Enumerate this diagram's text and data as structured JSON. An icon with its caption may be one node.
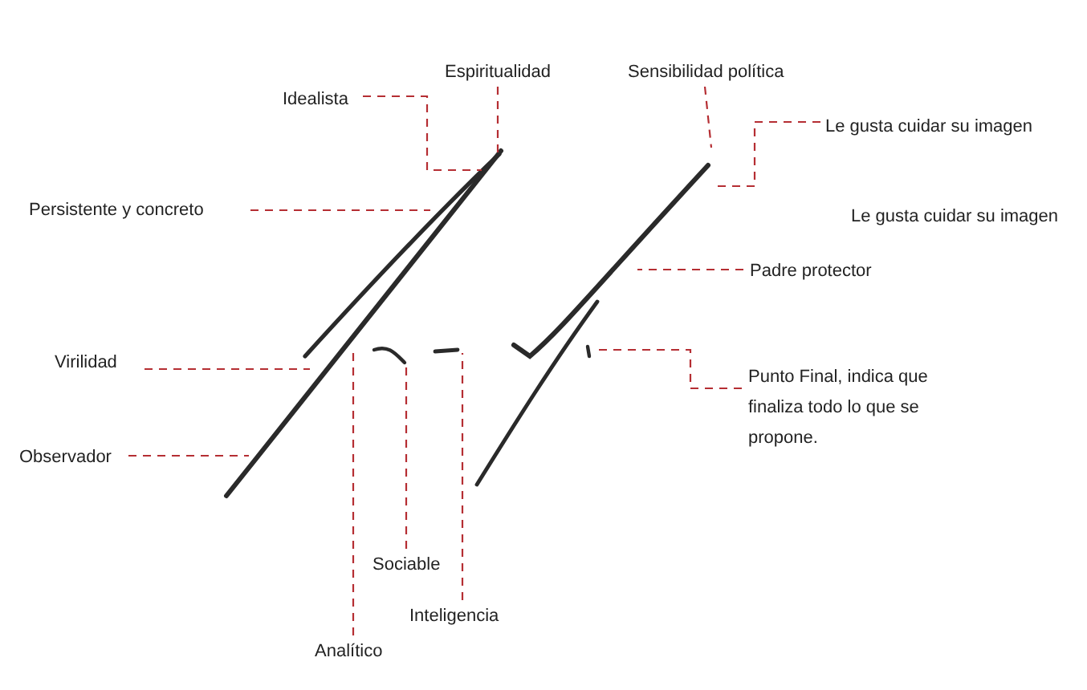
{
  "diagram": {
    "nodes": [
      {
        "text": [
          "Espiritualidad"
        ]
      },
      {
        "text": [
          "Sensibilidad política"
        ]
      },
      {
        "text": [
          "Idealista"
        ]
      },
      {
        "text": [
          "Le gusta cuidar su imagen"
        ]
      },
      {
        "text": [
          "Persistente y concreto"
        ]
      },
      {
        "text": [
          "Padre protector"
        ]
      },
      {
        "text": [
          "Virilidad"
        ]
      },
      {
        "text": [
          "Punto Final, indica que finaliza todo lo que se propone."
        ]
      },
      {
        "text": [
          "Observador"
        ]
      },
      {
        "text": [
          "Sociable"
        ]
      },
      {
        "text": [
          "Inteligencia"
        ]
      },
      {
        "text": [
          "Analítico"
        ]
      }
    ],
    "edges": [
      {
        "from": 0,
        "to": null,
        "arrow": "none",
        "style": "dashed"
      },
      {
        "from": 1,
        "to": null,
        "arrow": "none",
        "style": "dashed"
      },
      {
        "from": 2,
        "to": null,
        "arrow": "none",
        "style": "dashed"
      },
      {
        "from": 3,
        "to": null,
        "arrow": "none",
        "style": "dashed"
      },
      {
        "from": 4,
        "to": null,
        "arrow": "none",
        "style": "dashed"
      },
      {
        "from": 5,
        "to": null,
        "arrow": "none",
        "style": "dashed"
      },
      {
        "from": 6,
        "to": null,
        "arrow": "none",
        "style": "dashed"
      },
      {
        "from": 7,
        "to": null,
        "arrow": "none",
        "style": "dashed"
      },
      {
        "from": 8,
        "to": null,
        "arrow": "none",
        "style": "dashed"
      },
      {
        "from": 9,
        "to": null,
        "arrow": "none",
        "style": "dashed"
      },
      {
        "from": 10,
        "to": null,
        "arrow": "none",
        "style": "dashed"
      },
      {
        "from": 11,
        "to": null,
        "arrow": "none",
        "style": "dashed"
      }
    ],
    "labels": [
      "Le gusta cuidar su imagen"
    ]
  }
}
